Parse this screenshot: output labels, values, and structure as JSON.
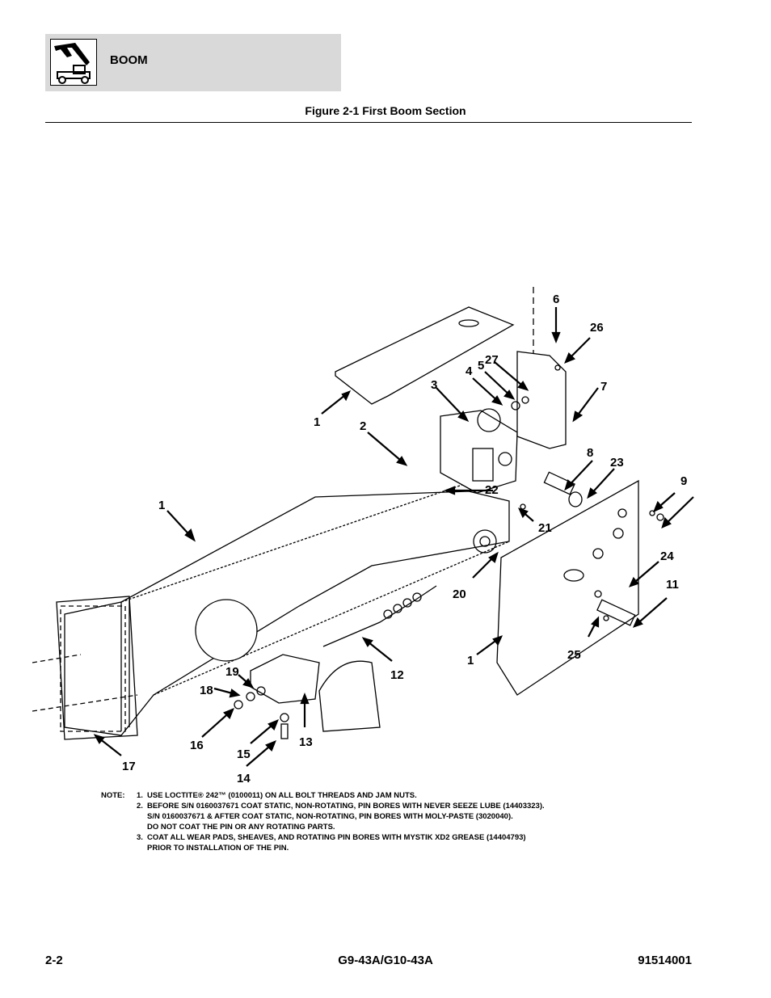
{
  "header": {
    "title": "BOOM",
    "icon": "telehandler-icon"
  },
  "figure": {
    "title": "Figure 2-1 First Boom Section"
  },
  "diagram": {
    "callouts": [
      "1",
      "1",
      "1",
      "2",
      "3",
      "4",
      "5",
      "6",
      "7",
      "8",
      "9",
      "11",
      "12",
      "13",
      "14",
      "15",
      "16",
      "17",
      "18",
      "19",
      "20",
      "21",
      "22",
      "23",
      "24",
      "25",
      "26",
      "27"
    ]
  },
  "notes": {
    "label": "NOTE:",
    "items": [
      {
        "num": "1.",
        "lines": [
          "USE LOCTITE® 242™ (0100011) ON ALL BOLT THREADS AND JAM NUTS."
        ]
      },
      {
        "num": "2.",
        "lines": [
          "BEFORE S/N 0160037671 COAT STATIC, NON-ROTATING, PIN BORES WITH NEVER SEEZE LUBE (14403323).",
          "S/N 0160037671 & AFTER COAT STATIC, NON-ROTATING, PIN BORES WITH MOLY-PASTE (3020040).",
          "DO NOT COAT THE PIN OR ANY ROTATING PARTS."
        ]
      },
      {
        "num": "3.",
        "lines": [
          "COAT ALL WEAR PADS, SHEAVES, AND ROTATING PIN BORES WITH MYSTIK XD2 GREASE (14404793)",
          "PRIOR TO INSTALLATION OF THE PIN."
        ]
      }
    ]
  },
  "footer": {
    "page": "2-2",
    "model": "G9-43A/G10-43A",
    "doc_number": "91514001"
  }
}
